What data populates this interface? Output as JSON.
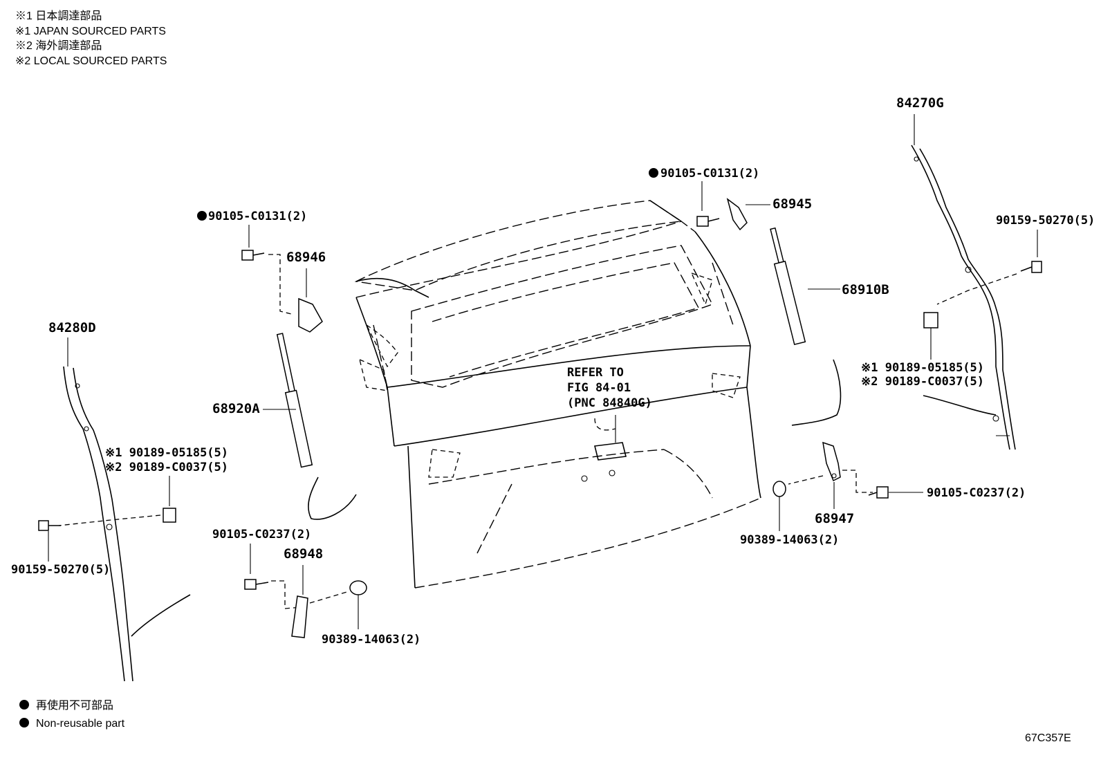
{
  "legend": {
    "jp_sourced_jp": "※1 日本調達部品",
    "jp_sourced_en": "※1 JAPAN SOURCED PARTS",
    "local_sourced_jp": "※2 海外調達部品",
    "local_sourced_en": "※2 LOCAL SOURCED PARTS"
  },
  "non_reusable": {
    "jp": "再使用不可部品",
    "en": "Non-reusable part"
  },
  "figure_code": "67C357E",
  "reference": {
    "line1": "REFER TO",
    "line2": "FIG 84-01",
    "line3": "(PNC 84840G)"
  },
  "labels": {
    "p84270G": "84270G",
    "p84280D": "84280D",
    "p68945": "68945",
    "p68946": "68946",
    "p68947": "68947",
    "p68948": "68948",
    "p68910B": "68910B",
    "p68920A": "68920A",
    "bolt_left_top": "90105-C0131(2)",
    "bolt_center_top": "90105-C0131(2)",
    "screw_right": "90159-50270(5)",
    "screw_left": "90159-50270(5)",
    "clip_right_1": "※1 90189-05185(5)",
    "clip_right_2": "※2 90189-C0037(5)",
    "clip_left_1": "※1 90189-05185(5)",
    "clip_left_2": "※2 90189-C0037(5)",
    "bolt_right_mid": "90105-C0237(2)",
    "bolt_left_bottom": "90105-C0237(2)",
    "washer_right": "90389-14063(2)",
    "washer_left": "90389-14063(2)"
  },
  "icons": {
    "non_reusable_marker": "filled-circle-icon"
  }
}
